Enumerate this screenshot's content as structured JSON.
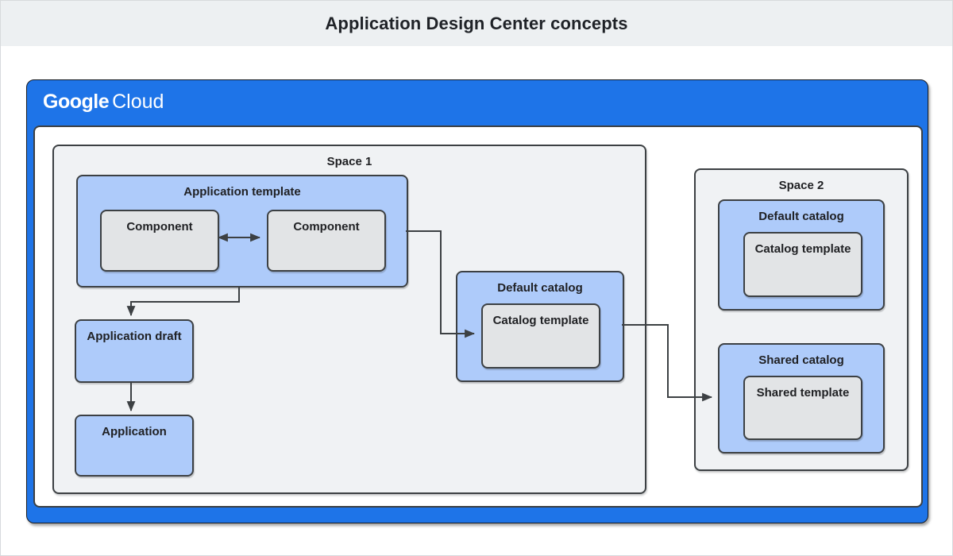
{
  "header": {
    "title": "Application Design Center concepts"
  },
  "google_cloud": {
    "brand_primary": "Google",
    "brand_secondary": "Cloud"
  },
  "space1": {
    "label": "Space 1",
    "application_template": {
      "label": "Application template",
      "components": [
        "Component",
        "Component"
      ]
    },
    "application_draft_label": "Application draft",
    "application_label": "Application",
    "default_catalog": {
      "label": "Default catalog",
      "template_label": "Catalog template"
    }
  },
  "space2": {
    "label": "Space 2",
    "default_catalog": {
      "label": "Default catalog",
      "template_label": "Catalog template"
    },
    "shared_catalog": {
      "label": "Shared catalog",
      "template_label": "Shared template"
    }
  },
  "connections": [
    {
      "from": "component-1",
      "to": "component-2",
      "style": "double-arrow"
    },
    {
      "from": "application-template",
      "to": "application-draft",
      "style": "arrow"
    },
    {
      "from": "application-draft",
      "to": "application",
      "style": "arrow"
    },
    {
      "from": "application-template",
      "to": "space1-catalog-template",
      "style": "arrow"
    },
    {
      "from": "space1-default-catalog",
      "to": "space2-shared-catalog",
      "style": "arrow"
    }
  ],
  "colors": {
    "google_blue": "#1e74e8",
    "light_blue": "#aecbfa",
    "box_gray": "#e2e4e6",
    "space_gray": "#f0f2f4",
    "band_gray": "#edf0f2",
    "border_dark": "#3c4043"
  }
}
